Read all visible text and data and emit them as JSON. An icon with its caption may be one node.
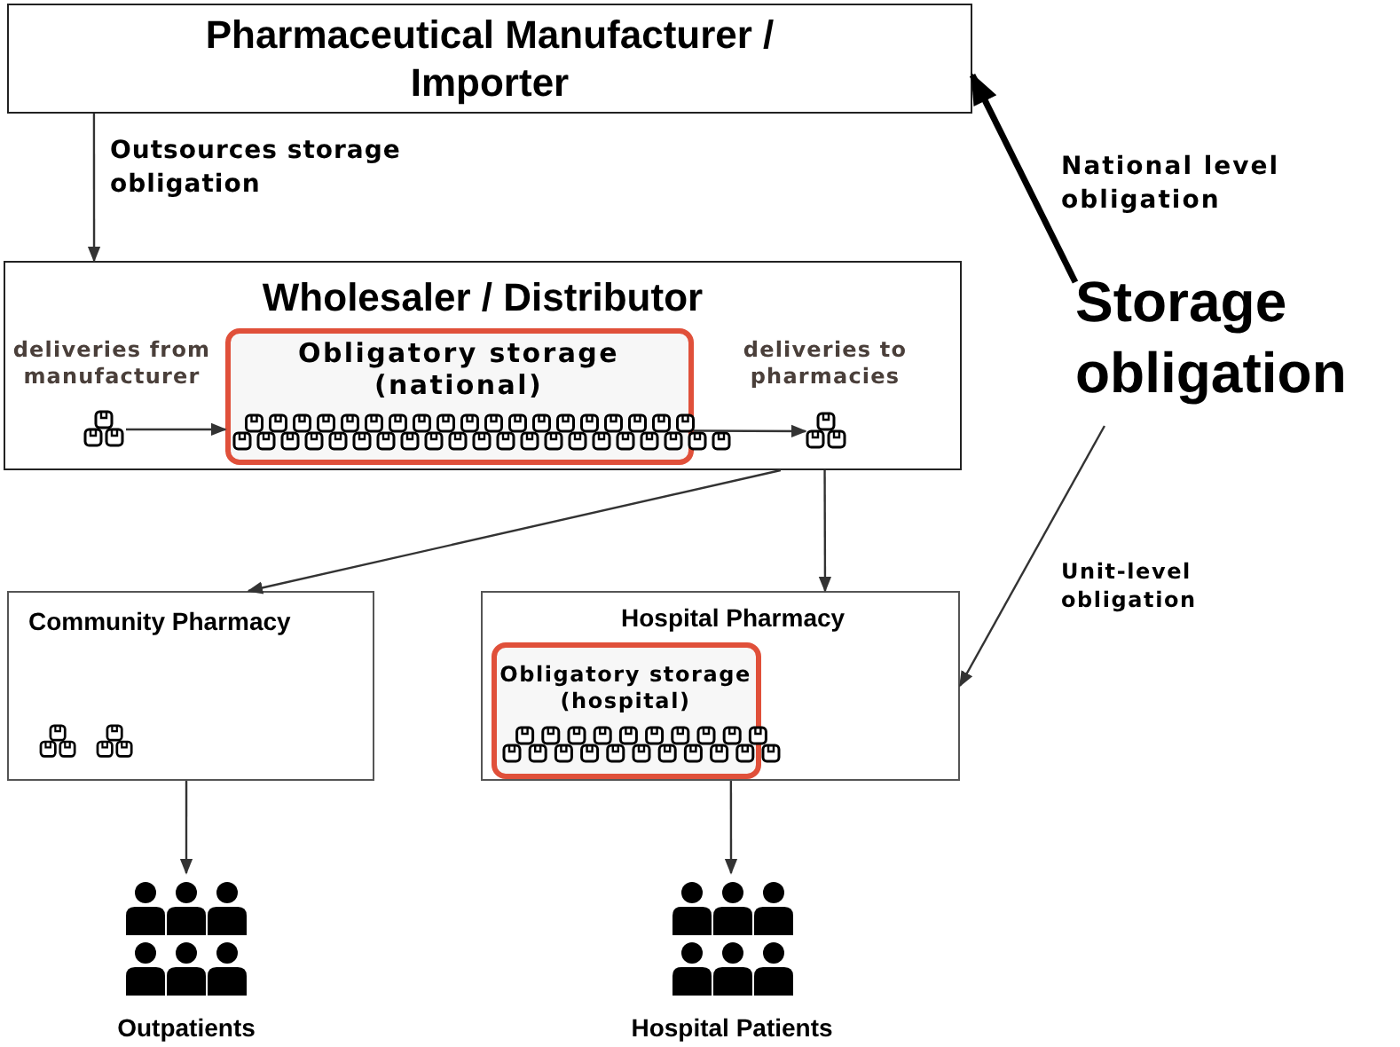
{
  "diagram": {
    "nodes": [
      {
        "text": [
          "Pharmaceutical Manufacturer / Importer"
        ]
      },
      {
        "text": [
          "Wholesaler / Distributor"
        ]
      },
      {
        "text": [
          "Obligatory storage (national)"
        ],
        "in": 1
      },
      {
        "text": [],
        "shape": "box",
        "in": 1,
        "beside": [
          "deliveries from manufacturer"
        ]
      },
      {
        "text": [],
        "shape": "box",
        "in": 1,
        "beside": [
          "deliveries to pharmacies"
        ]
      },
      {
        "text": [
          "Community Pharmacy"
        ]
      },
      {
        "text": [
          "Hospital Pharmacy"
        ]
      },
      {
        "text": [
          "Obligatory storage (hospital)"
        ],
        "in": 6
      },
      {
        "text": [
          "Outpatients"
        ]
      },
      {
        "text": [
          "Hospital Patients"
        ]
      },
      {
        "text": [
          "Storage obligation"
        ]
      }
    ],
    "edges": [
      {
        "from": 0,
        "to": 1,
        "arrow": "to",
        "label": "Outsources storage obligation"
      },
      {
        "from": 3,
        "to": 2,
        "arrow": "to"
      },
      {
        "from": 2,
        "to": 4,
        "arrow": "to"
      },
      {
        "from": 1,
        "to": 5,
        "arrow": "to"
      },
      {
        "from": 1,
        "to": 6,
        "arrow": "to"
      },
      {
        "from": 10,
        "to": 0,
        "arrow": "to",
        "style": "thick",
        "label": "National level obligation"
      },
      {
        "from": 10,
        "to": 6,
        "arrow": "to",
        "label": "Unit-level obligation"
      },
      {
        "from": 5,
        "to": 8,
        "arrow": "to"
      },
      {
        "from": 6,
        "to": 9,
        "arrow": "to"
      }
    ]
  }
}
